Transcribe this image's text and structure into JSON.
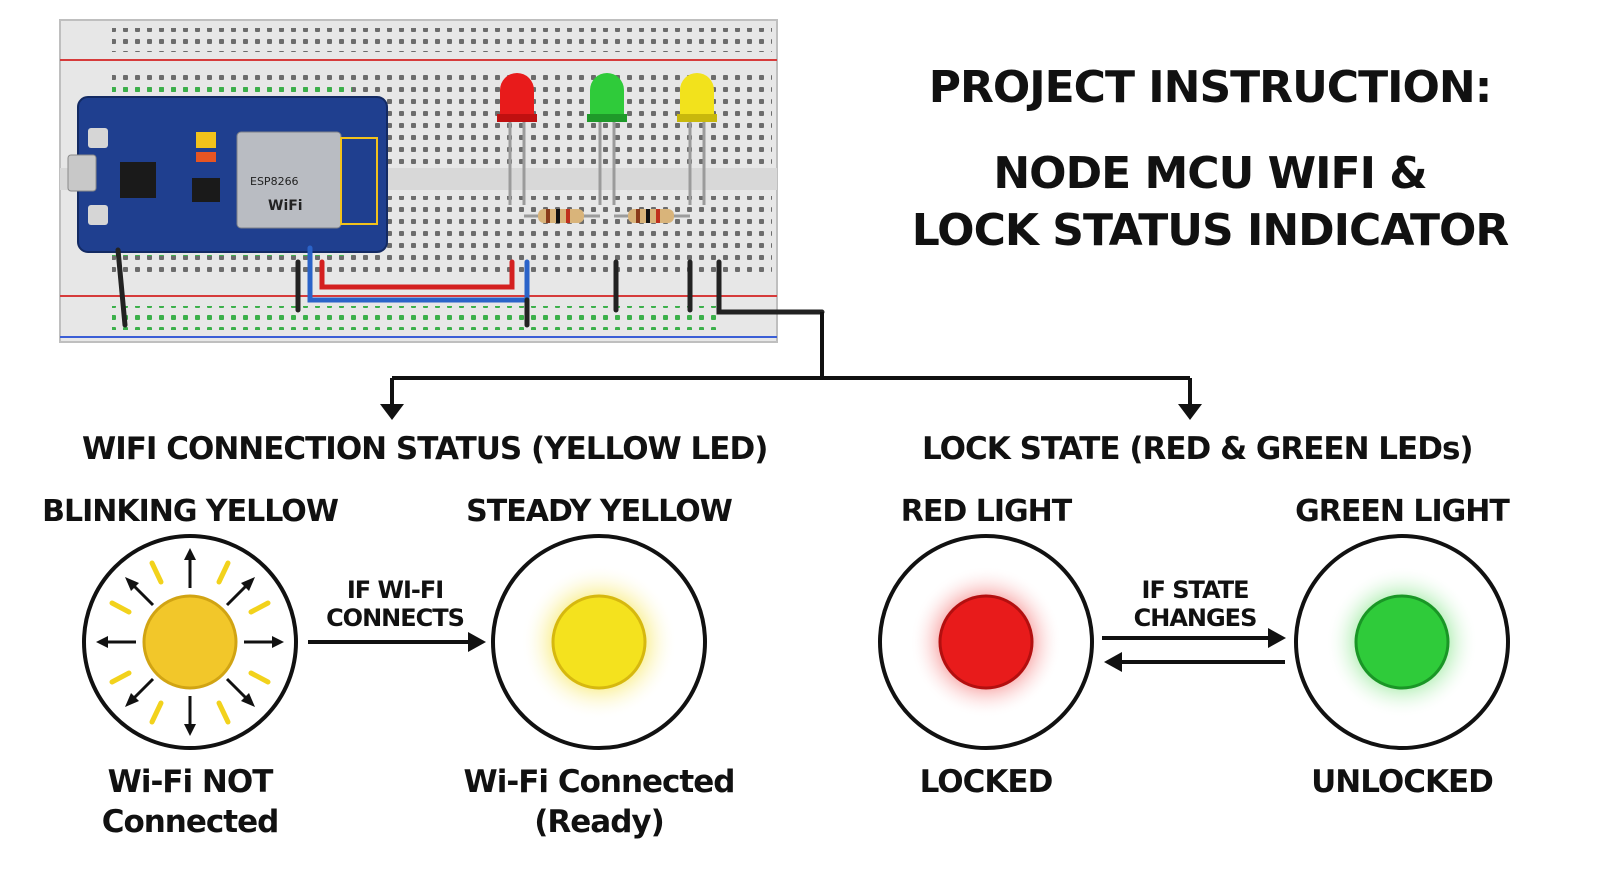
{
  "title": {
    "label": "PROJECT INSTRUCTION:",
    "line1": "NODE MCU WIFI &",
    "line2": "LOCK STATUS INDICATOR"
  },
  "wifi_section": {
    "heading": "WIFI CONNECTION STATUS (YELLOW LED)",
    "blinking_label": "BLINKING YELLOW",
    "steady_label": "STEADY YELLOW",
    "transition": [
      "IF WI-FI",
      "CONNECTS"
    ],
    "blinking_caption": [
      "Wi-Fi NOT",
      "Connected"
    ],
    "steady_caption": [
      "Wi-Fi Connected",
      "(Ready)"
    ]
  },
  "lock_section": {
    "heading": "LOCK STATE (RED & GREEN LEDs)",
    "red_label": "RED LIGHT",
    "green_label": "GREEN LIGHT",
    "transition": [
      "IF STATE",
      "CHANGES"
    ],
    "red_caption": "LOCKED",
    "green_caption": "UNLOCKED"
  },
  "board": {
    "module": "ESP8266",
    "wifi_mark": "WiFi"
  },
  "colors": {
    "yellow_led": "#f2d21c",
    "red_led": "#e81b1b",
    "green_led": "#2fcb3a",
    "board_blue": "#1f3f8f",
    "wire_red": "#d42020",
    "wire_blue": "#2a63c9"
  }
}
